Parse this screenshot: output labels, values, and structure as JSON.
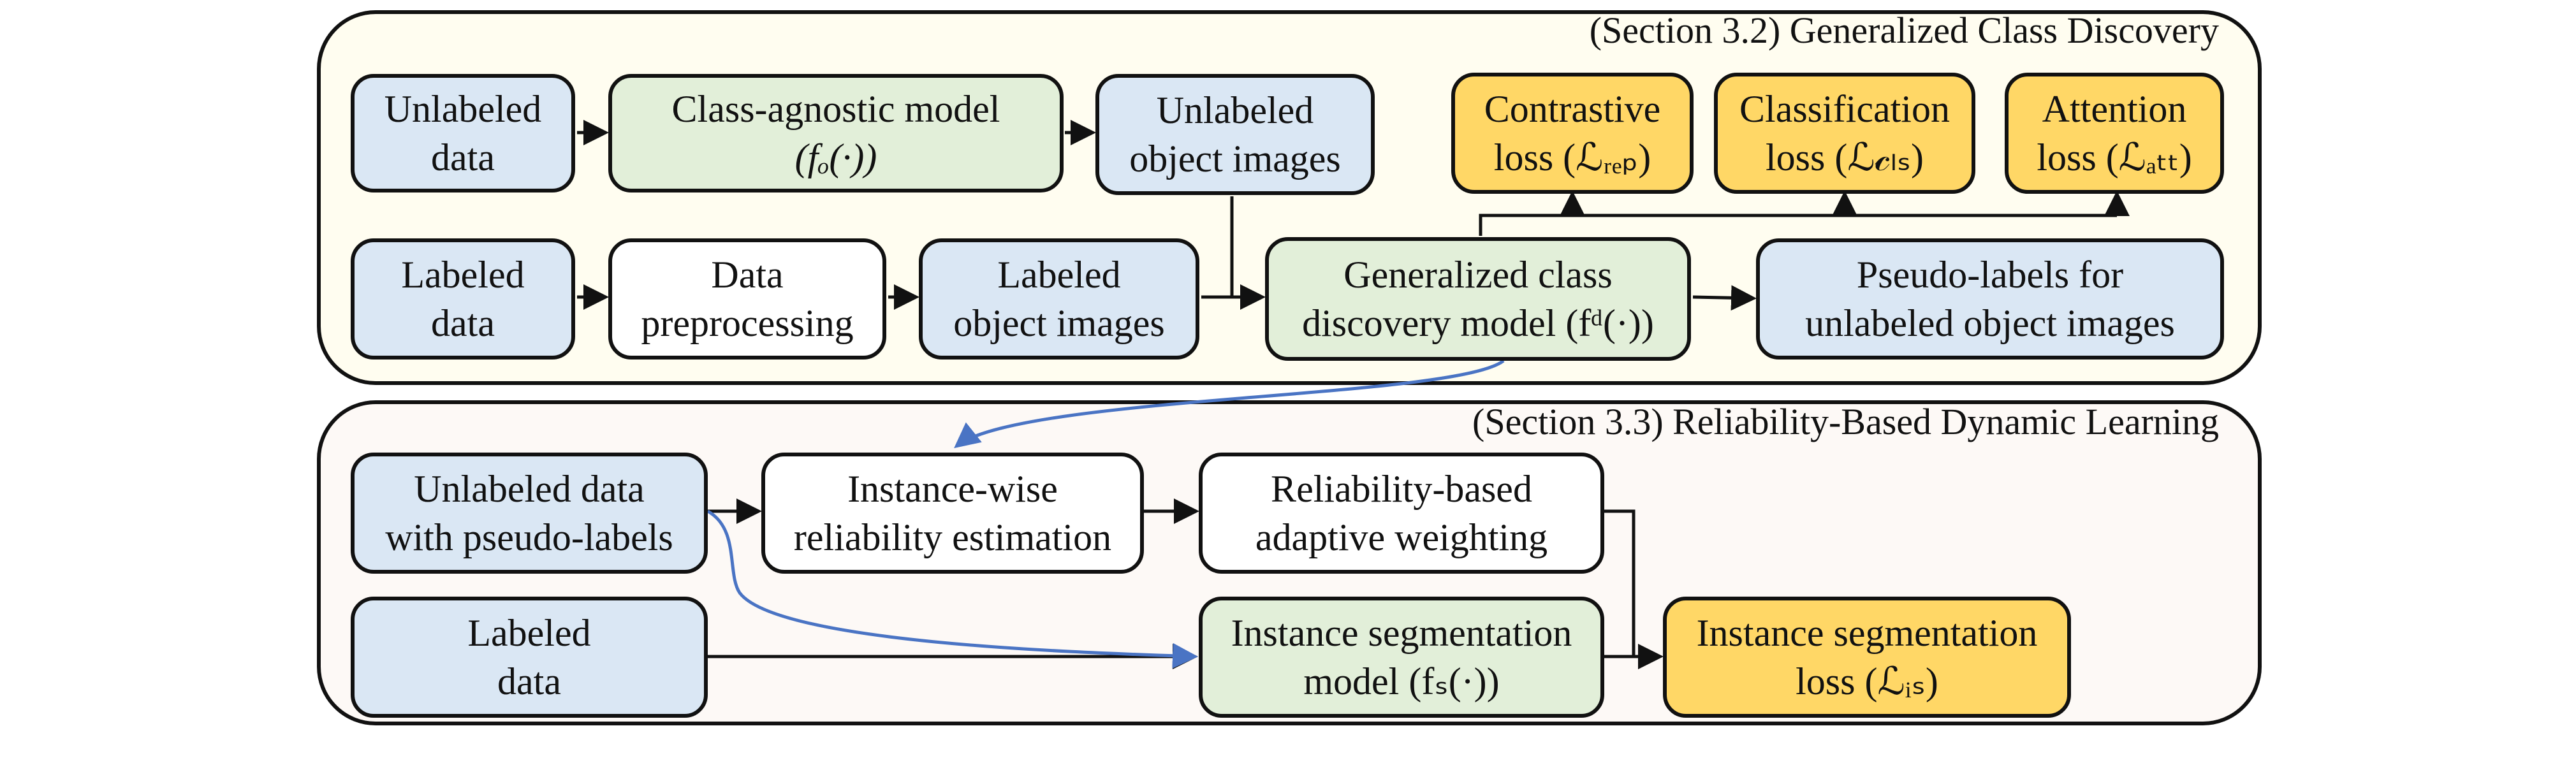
{
  "colors": {
    "data": "#dae7f4",
    "model": "#e2efd9",
    "loss": "#ffd766",
    "neutral": "#ffffff",
    "section1_bg": "#fffdf0",
    "section2_bg": "#fdf9f6",
    "stroke": "#111111",
    "blue_arrow": "#4a74c4"
  },
  "section1": {
    "title": "(Section 3.2) Generalized Class Discovery",
    "unlabeled_data": {
      "line1": "Unlabeled",
      "line2": "data"
    },
    "class_agnostic": {
      "line1": "Class-agnostic model",
      "line2": "(fₒ(·))"
    },
    "unlabeled_object": {
      "line1": "Unlabeled",
      "line2": "object images"
    },
    "labeled_data": {
      "line1": "Labeled",
      "line2": "data"
    },
    "preprocessing": {
      "line1": "Data",
      "line2": "preprocessing"
    },
    "labeled_object": {
      "line1": "Labeled",
      "line2": "object images"
    },
    "gcd_model": {
      "line1": "Generalized class",
      "line2": "discovery model (fᵈ(·))"
    },
    "pseudo_labels": {
      "line1": "Pseudo-labels for",
      "line2": "unlabeled object images"
    },
    "contrastive": {
      "line1": "Contrastive",
      "line2": "loss (ℒᵣₑₚ)"
    },
    "classification": {
      "line1": "Classification",
      "line2": "loss (ℒ𝒸ₗₛ)"
    },
    "attention": {
      "line1": "Attention",
      "line2": "loss (ℒₐₜₜ)"
    }
  },
  "section2": {
    "title": "(Section 3.3) Reliability-Based Dynamic Learning",
    "unlabeled_pseudo": {
      "line1": "Unlabeled data",
      "line2": "with pseudo-labels"
    },
    "instance_reliability": {
      "line1": "Instance-wise",
      "line2": "reliability estimation"
    },
    "adaptive_weighting": {
      "line1": "Reliability-based",
      "line2": "adaptive weighting"
    },
    "labeled_data": {
      "line1": "Labeled",
      "line2": "data"
    },
    "seg_model": {
      "line1": "Instance segmentation",
      "line2": "model (fₛ(·))"
    },
    "seg_loss": {
      "line1": "Instance segmentation",
      "line2": "loss (ℒᵢₛ)"
    }
  }
}
